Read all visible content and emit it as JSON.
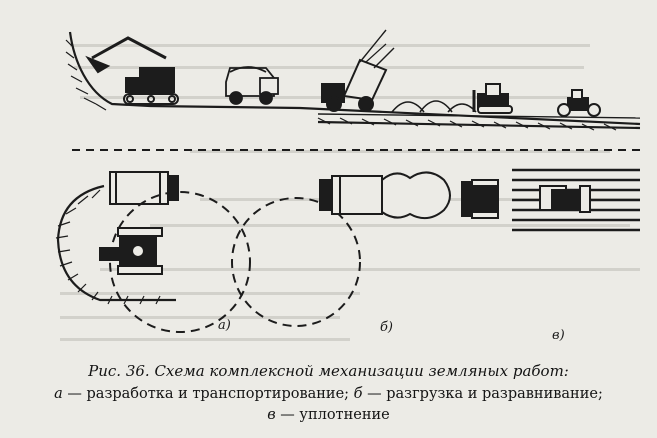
{
  "figure": {
    "caption_title": "Рис. 36. Схема комплексной механизации земляных работ:",
    "caption_a_letter": "а",
    "caption_a_text": " — разработка и транспортирование; ",
    "caption_b_letter": "б",
    "caption_b_text": " — разгрузка и разравнивание;",
    "caption_v_letter": "в",
    "caption_v_text": " — уплотнение",
    "panel_labels": [
      "а)",
      "б)",
      "в)"
    ]
  },
  "colors": {
    "ink": "#1c1c1c",
    "paper": "#ecebe6",
    "ghost_text": "#c9c8c2"
  }
}
